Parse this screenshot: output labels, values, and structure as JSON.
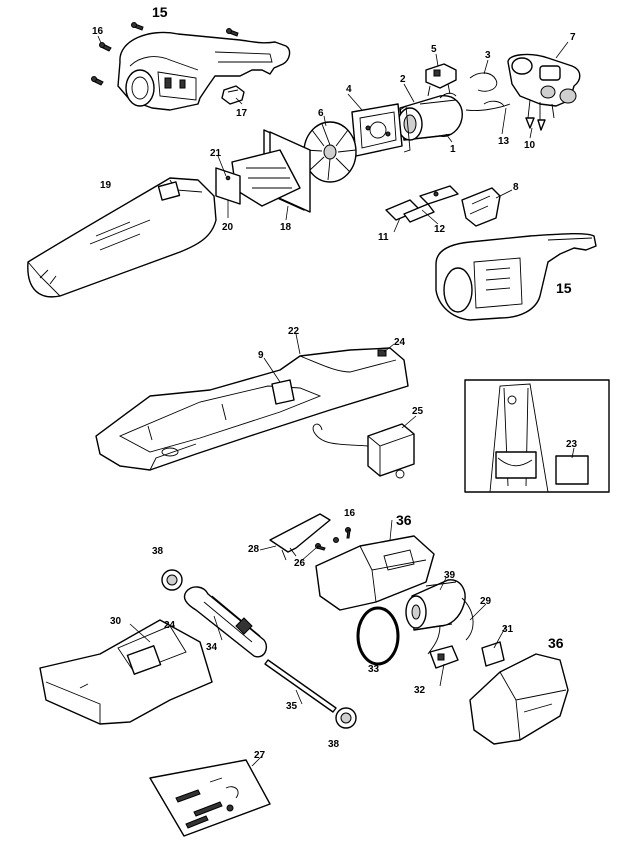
{
  "parts": [
    {
      "key": "p15a",
      "num": "15"
    },
    {
      "key": "p16a",
      "num": "16"
    },
    {
      "key": "p17",
      "num": "17"
    },
    {
      "key": "p5",
      "num": "5"
    },
    {
      "key": "p3",
      "num": "3"
    },
    {
      "key": "p7",
      "num": "7"
    },
    {
      "key": "p2",
      "num": "2"
    },
    {
      "key": "p4",
      "num": "4"
    },
    {
      "key": "p6",
      "num": "6"
    },
    {
      "key": "p1",
      "num": "1"
    },
    {
      "key": "p13",
      "num": "13"
    },
    {
      "key": "p10",
      "num": "10"
    },
    {
      "key": "p21",
      "num": "21"
    },
    {
      "key": "p19",
      "num": "19"
    },
    {
      "key": "p20",
      "num": "20"
    },
    {
      "key": "p18",
      "num": "18"
    },
    {
      "key": "p8",
      "num": "8"
    },
    {
      "key": "p11",
      "num": "11"
    },
    {
      "key": "p12",
      "num": "12"
    },
    {
      "key": "p15b",
      "num": "15"
    },
    {
      "key": "p22",
      "num": "22"
    },
    {
      "key": "p24a",
      "num": "24"
    },
    {
      "key": "p9",
      "num": "9"
    },
    {
      "key": "p25",
      "num": "25"
    },
    {
      "key": "p23",
      "num": "23"
    },
    {
      "key": "p16b",
      "num": "16"
    },
    {
      "key": "p36a",
      "num": "36"
    },
    {
      "key": "p38a",
      "num": "38"
    },
    {
      "key": "p28",
      "num": "28"
    },
    {
      "key": "p26",
      "num": "26"
    },
    {
      "key": "p39",
      "num": "39"
    },
    {
      "key": "p29",
      "num": "29"
    },
    {
      "key": "p30",
      "num": "30"
    },
    {
      "key": "p24b",
      "num": "24"
    },
    {
      "key": "p34",
      "num": "34"
    },
    {
      "key": "p33",
      "num": "33"
    },
    {
      "key": "p31",
      "num": "31"
    },
    {
      "key": "p36b",
      "num": "36"
    },
    {
      "key": "p32",
      "num": "32"
    },
    {
      "key": "p35",
      "num": "35"
    },
    {
      "key": "p38b",
      "num": "38"
    },
    {
      "key": "p27",
      "num": "27"
    }
  ]
}
